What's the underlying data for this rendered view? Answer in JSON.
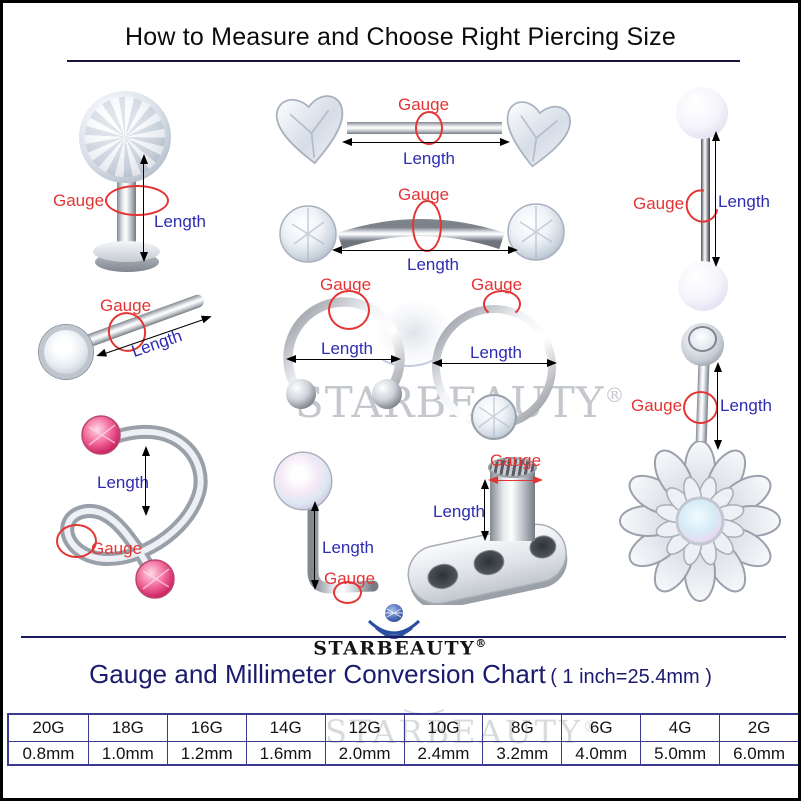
{
  "page_title": "How to Measure and Choose Right Piercing Size",
  "labels": {
    "gauge": "Gauge",
    "length": "Length"
  },
  "brand": {
    "name": "STARBEAUTY",
    "registered": "®"
  },
  "conversion": {
    "title": "Gauge and Millimeter Conversion Chart",
    "note": "( 1 inch=25.4mm )",
    "pairs": [
      {
        "gauge": "20G",
        "mm": "0.8mm"
      },
      {
        "gauge": "18G",
        "mm": "1.0mm"
      },
      {
        "gauge": "16G",
        "mm": "1.2mm"
      },
      {
        "gauge": "14G",
        "mm": "1.6mm"
      },
      {
        "gauge": "12G",
        "mm": "2.0mm"
      },
      {
        "gauge": "10G",
        "mm": "2.4mm"
      },
      {
        "gauge": "8G",
        "mm": "3.2mm"
      },
      {
        "gauge": "6G",
        "mm": "4.0mm"
      },
      {
        "gauge": "4G",
        "mm": "5.0mm"
      },
      {
        "gauge": "2G",
        "mm": "6.0mm"
      }
    ]
  },
  "colors": {
    "gauge_red": "#e43535",
    "length_blue": "#2d2db2",
    "heading_navy": "#1b1b6e",
    "table_border": "#3a3a8e"
  }
}
